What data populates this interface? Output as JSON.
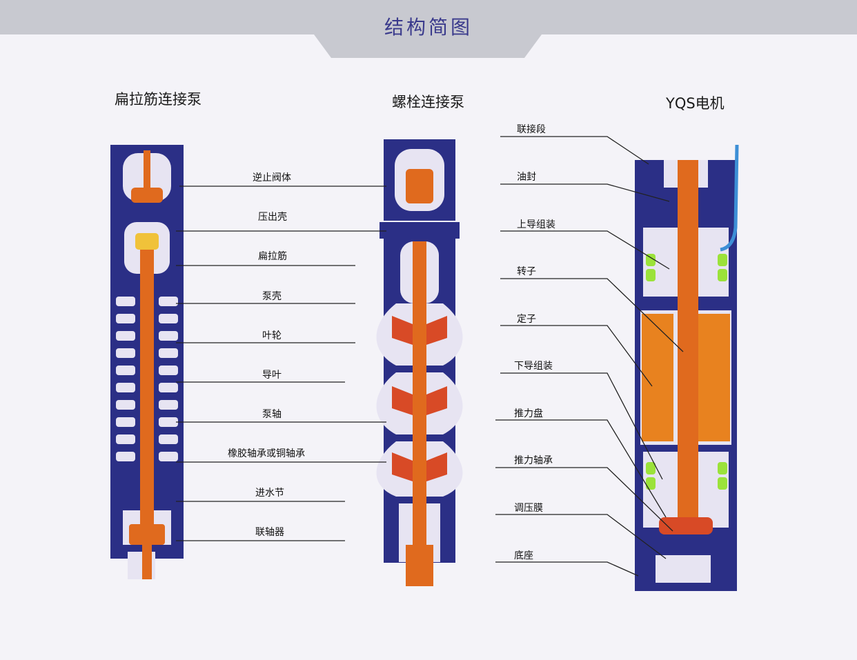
{
  "title": "结构简图",
  "columns": {
    "left": "扁拉筋连接泵",
    "middle": "螺栓连接泵",
    "right": "YQS电机"
  },
  "pump_labels": [
    "逆止阀体",
    "压出壳",
    "扁拉筋",
    "泵壳",
    "叶轮",
    "导叶",
    "泵轴",
    "橡胶轴承或铜轴承",
    "进水节",
    "联轴器"
  ],
  "motor_labels": [
    "联接段",
    "油封",
    "上导组装",
    "转子",
    "定子",
    "下导组装",
    "推力盘",
    "推力轴承",
    "调压膜",
    "底座"
  ],
  "colors": {
    "casing": "#2b2f86",
    "shaft": "#e06a1e",
    "stator": "#e8821f",
    "coil": "#9be23a",
    "background": "#f4f3f8",
    "inner": "#e7e4f2",
    "cable": "#3d8fd6"
  }
}
